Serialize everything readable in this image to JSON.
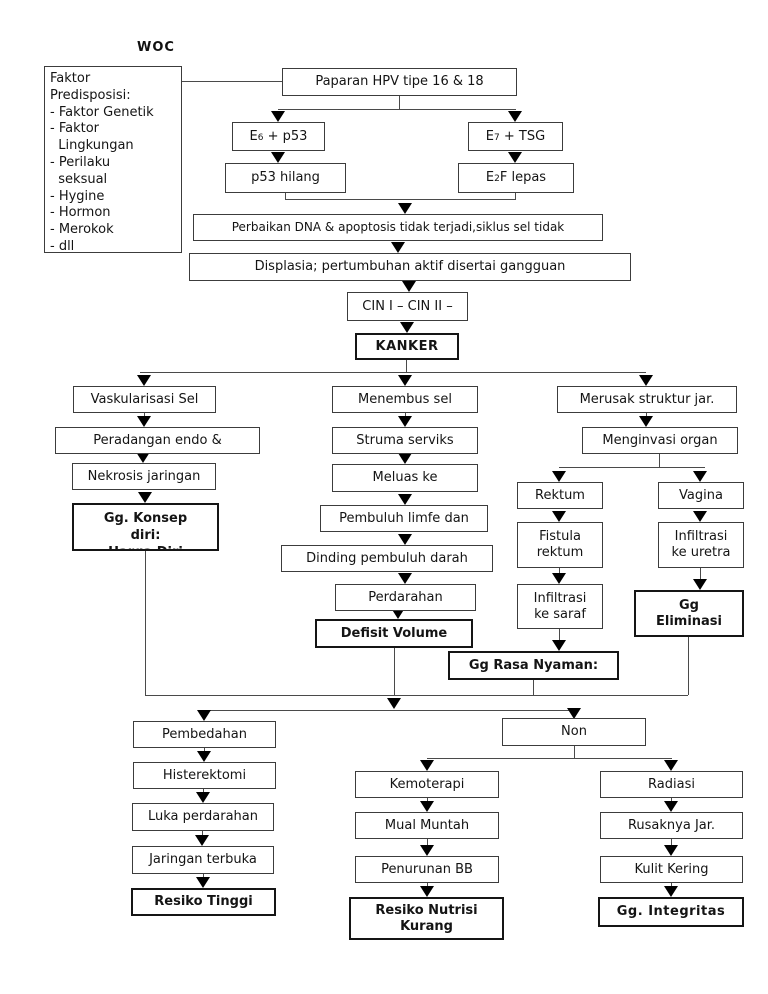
{
  "title": "WOC",
  "predisposition_box": {
    "text": "Faktor\nPredisposisi:\n- Faktor Genetik\n- Faktor\n  Lingkungan\n- Perilaku\n  seksual\n- Hygine\n- Hormon\n- Merokok\n- dll"
  },
  "nodes": {
    "paparan": {
      "label": "Paparan HPV tipe 16 & 18"
    },
    "e6p53": {
      "pre": "E",
      "sub": "6",
      "post": " + p53"
    },
    "p53hilang": {
      "label": "p53 hilang"
    },
    "e7tsg": {
      "pre": "E",
      "sub": "7",
      "post": " + TSG"
    },
    "e2flepas": {
      "pre": "E",
      "sub": "2",
      "post": "F lepas"
    },
    "perbaikan": {
      "label": "Perbaikan DNA & apoptosis tidak terjadi,siklus sel tidak"
    },
    "displasia": {
      "label": "Displasia; pertumbuhan aktif disertai gangguan"
    },
    "cin": {
      "label": "CIN I – CIN II –"
    },
    "kanker": {
      "label": "KANKER"
    },
    "vaskularisasi": {
      "label": "Vaskularisasi Sel"
    },
    "peradangan": {
      "label": "Peradangan endo &"
    },
    "nekrosis": {
      "label": "Nekrosis jaringan"
    },
    "gg_konsep": {
      "line1": "Gg. Konsep",
      "line2": "diri:",
      "clipped": "Harga Diri"
    },
    "menembus": {
      "label": "Menembus sel"
    },
    "struma": {
      "label": "Struma serviks"
    },
    "meluas": {
      "label": "Meluas ke"
    },
    "pembuluh": {
      "label": "Pembuluh limfe dan"
    },
    "dinding": {
      "label": "Dinding pembuluh darah"
    },
    "perdarahan": {
      "label": "Perdarahan"
    },
    "defisit": {
      "label": "Defisit Volume"
    },
    "merusak": {
      "label": "Merusak struktur jar."
    },
    "menginvasi": {
      "label": "Menginvasi organ"
    },
    "rektum": {
      "label": "Rektum"
    },
    "fistula": {
      "label": "Fistula\nrektum"
    },
    "inf_saraf": {
      "label": "Infiltrasi\nke saraf"
    },
    "gg_rasa": {
      "label": "Gg Rasa Nyaman:"
    },
    "vagina": {
      "label": "Vagina"
    },
    "inf_uretra": {
      "label": "Infiltrasi\nke uretra"
    },
    "gg_eliminasi": {
      "label": "Gg\nEliminasi"
    },
    "pembedahan": {
      "label": "Pembedahan"
    },
    "histerektomi": {
      "label": "Histerektomi"
    },
    "luka": {
      "label": "Luka perdarahan"
    },
    "jaringan": {
      "label": "Jaringan terbuka"
    },
    "resiko_tinggi": {
      "label": "Resiko Tinggi"
    },
    "non": {
      "label": "Non"
    },
    "kemoterapi": {
      "label": "Kemoterapi"
    },
    "mual": {
      "label": "Mual Muntah"
    },
    "penurunan": {
      "label": "Penurunan BB"
    },
    "resiko_nutrisi": {
      "label": "Resiko Nutrisi\nKurang"
    },
    "radiasi": {
      "label": "Radiasi"
    },
    "rusaknya": {
      "label": "Rusaknya Jar."
    },
    "kulit": {
      "label": "Kulit Kering"
    },
    "gg_integritas": {
      "label": "Gg. Integritas"
    }
  },
  "colors": {
    "background": "#ffffff",
    "box_border": "#3c3c3c",
    "bold_border": "#151515",
    "line": "#4a4a4a",
    "arrow": "#000000",
    "text": "#141414"
  }
}
